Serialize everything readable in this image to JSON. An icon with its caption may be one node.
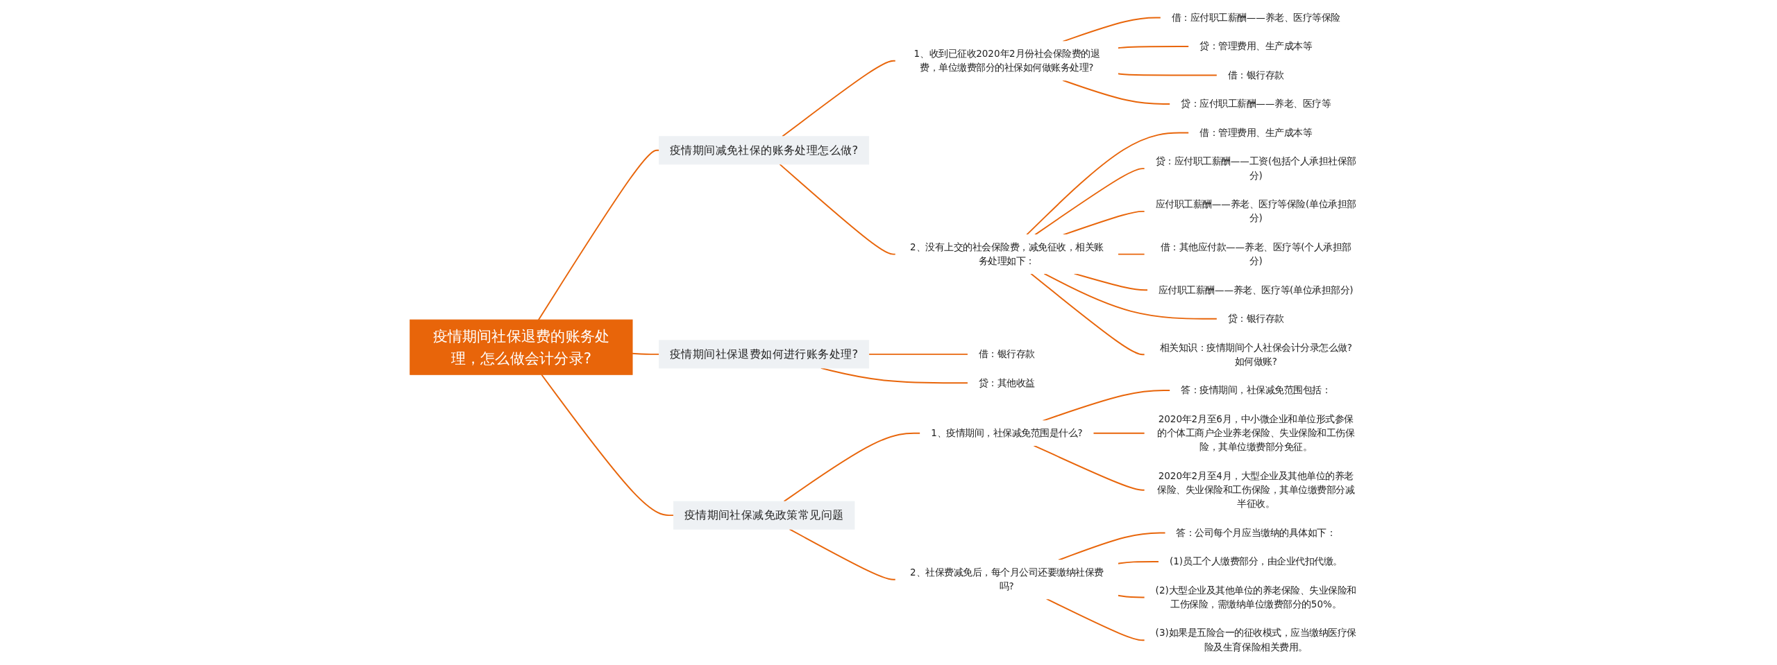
{
  "diagram": {
    "nodes": [
      {
        "text": [
          "疫情期间社保退费的账务处理，怎么做会计分录?"
        ]
      },
      {
        "text": [
          "疫情期间减免社保的账务处理怎么做?"
        ]
      },
      {
        "text": [
          "1、收到已征收2020年2月份社会保险费的退费，单位缴费部分的社保如何做账务处理?"
        ]
      },
      {
        "text": [
          "借：应付职工薪酬——养老、医疗等保险"
        ]
      },
      {
        "text": [
          "贷：管理费用、生产成本等"
        ]
      },
      {
        "text": [
          "借：银行存款"
        ]
      },
      {
        "text": [
          "贷：应付职工薪酬——养老、医疗等"
        ]
      },
      {
        "text": [
          "2、没有上交的社会保险费，减免征收，相关账务处理如下："
        ]
      },
      {
        "text": [
          "借：管理费用、生产成本等"
        ]
      },
      {
        "text": [
          "贷：应付职工薪酬——工资(包括个人承担社保部分)"
        ]
      },
      {
        "text": [
          "应付职工薪酬——养老、医疗等保险(单位承担部分)"
        ]
      },
      {
        "text": [
          "借：其他应付款——养老、医疗等(个人承担部分)"
        ]
      },
      {
        "text": [
          "应付职工薪酬——养老、医疗等(单位承担部分)"
        ]
      },
      {
        "text": [
          "贷：银行存款"
        ]
      },
      {
        "text": [
          "相关知识：疫情期间个人社保会计分录怎么做?如何做账?"
        ]
      },
      {
        "text": [
          "疫情期间社保退费如何进行账务处理?"
        ]
      },
      {
        "text": [
          "借：银行存款"
        ]
      },
      {
        "text": [
          "贷：其他收益"
        ]
      },
      {
        "text": [
          "疫情期间社保减免政策常见问题"
        ]
      },
      {
        "text": [
          "1、疫情期间，社保减免范围是什么?"
        ]
      },
      {
        "text": [
          "答：疫情期间，社保减免范围包括："
        ]
      },
      {
        "text": [
          "2020年2月至6月，中小微企业和单位形式参保的个体工商户企业养老保险、失业保险和工伤保险，其单位缴费部分免征。"
        ]
      },
      {
        "text": [
          "2020年2月至4月，大型企业及其他单位的养老保险、失业保险和工伤保险，其单位缴费部分减半征收。"
        ]
      },
      {
        "text": [
          "2、社保费减免后，每个月公司还要缴纳社保费吗?"
        ]
      },
      {
        "text": [
          "答：公司每个月应当缴纳的具体如下："
        ]
      },
      {
        "text": [
          "(1)员工个人缴费部分，由企业代扣代缴。"
        ]
      },
      {
        "text": [
          "(2)大型企业及其他单位的养老保险、失业保险和工伤保险，需缴纳单位缴费部分的50%。"
        ]
      },
      {
        "text": [
          "(3)如果是五险合一的征收模式，应当缴纳医疗保险及生育保险相关费用。"
        ]
      }
    ],
    "edges": [
      {
        "from": 0,
        "to": 1,
        "arrow": "none"
      },
      {
        "from": 1,
        "to": 2,
        "arrow": "none"
      },
      {
        "from": 2,
        "to": 3,
        "arrow": "none"
      },
      {
        "from": 2,
        "to": 4,
        "arrow": "none"
      },
      {
        "from": 2,
        "to": 5,
        "arrow": "none"
      },
      {
        "from": 2,
        "to": 6,
        "arrow": "none"
      },
      {
        "from": 1,
        "to": 7,
        "arrow": "none"
      },
      {
        "from": 7,
        "to": 8,
        "arrow": "none"
      },
      {
        "from": 7,
        "to": 9,
        "arrow": "none"
      },
      {
        "from": 7,
        "to": 10,
        "arrow": "none"
      },
      {
        "from": 7,
        "to": 11,
        "arrow": "none"
      },
      {
        "from": 7,
        "to": 12,
        "arrow": "none"
      },
      {
        "from": 7,
        "to": 13,
        "arrow": "none"
      },
      {
        "from": 7,
        "to": 14,
        "arrow": "none"
      },
      {
        "from": 0,
        "to": 15,
        "arrow": "none"
      },
      {
        "from": 15,
        "to": 16,
        "arrow": "none"
      },
      {
        "from": 15,
        "to": 17,
        "arrow": "none"
      },
      {
        "from": 0,
        "to": 18,
        "arrow": "none"
      },
      {
        "from": 18,
        "to": 19,
        "arrow": "none"
      },
      {
        "from": 19,
        "to": 20,
        "arrow": "none"
      },
      {
        "from": 19,
        "to": 21,
        "arrow": "none"
      },
      {
        "from": 19,
        "to": 22,
        "arrow": "none"
      },
      {
        "from": 18,
        "to": 23,
        "arrow": "none"
      },
      {
        "from": 23,
        "to": 24,
        "arrow": "none"
      },
      {
        "from": 23,
        "to": 25,
        "arrow": "none"
      },
      {
        "from": 23,
        "to": 26,
        "arrow": "none"
      },
      {
        "from": 23,
        "to": 27,
        "arrow": "none"
      }
    ]
  }
}
